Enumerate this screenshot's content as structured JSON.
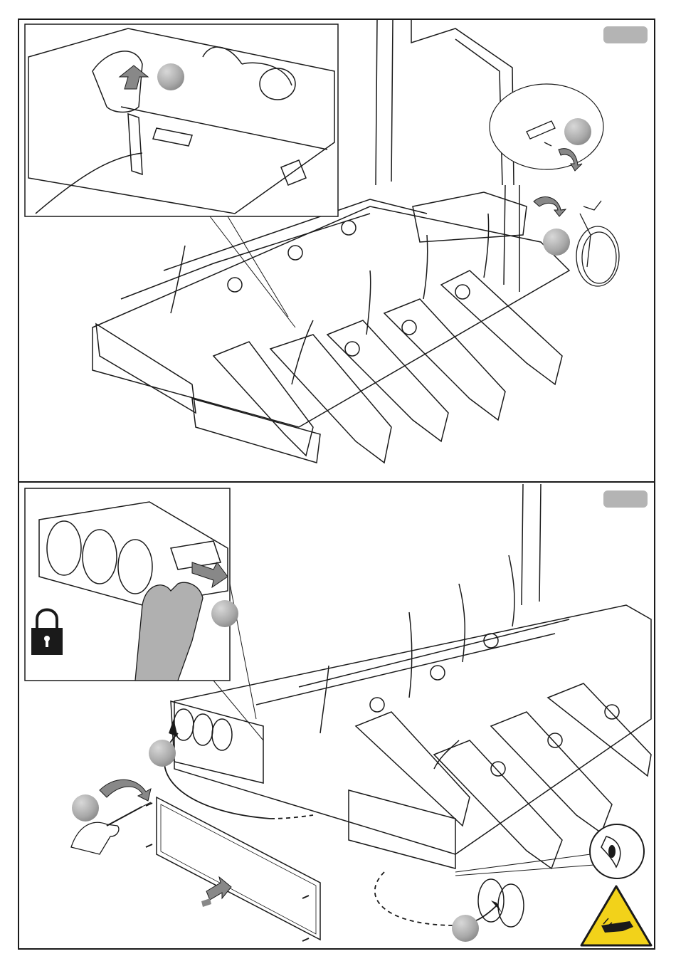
{
  "panels": [
    {
      "id": "step-1",
      "label_badge": "",
      "step_markers": [
        "",
        "",
        ""
      ],
      "arrows": [
        "lift-up-arrow",
        "rotate-screw-arrow",
        "rotate-screw-arrow"
      ],
      "icons": [
        "cable-tie-icon",
        "plug-connector-icon",
        "strap-buckle-icon",
        "screw-icon",
        "electrical-cable-icon"
      ]
    },
    {
      "id": "step-2",
      "label_badge": "",
      "step_markers": [
        "",
        "",
        "",
        ""
      ],
      "icons": [
        "padlock-icon",
        "screwdriver-icon",
        "license-plate-icon",
        "eye-inspect-icon",
        "hand-crush-warning-icon"
      ]
    }
  ],
  "colors": {
    "line": "#1a1a1a",
    "marker_gray": "#a8a8a8",
    "badge_gray": "#b4b4b4",
    "warning_yellow": "#f2d21a",
    "glove_gray": "#b0b0b0",
    "padlock_black": "#1a1a1a"
  }
}
